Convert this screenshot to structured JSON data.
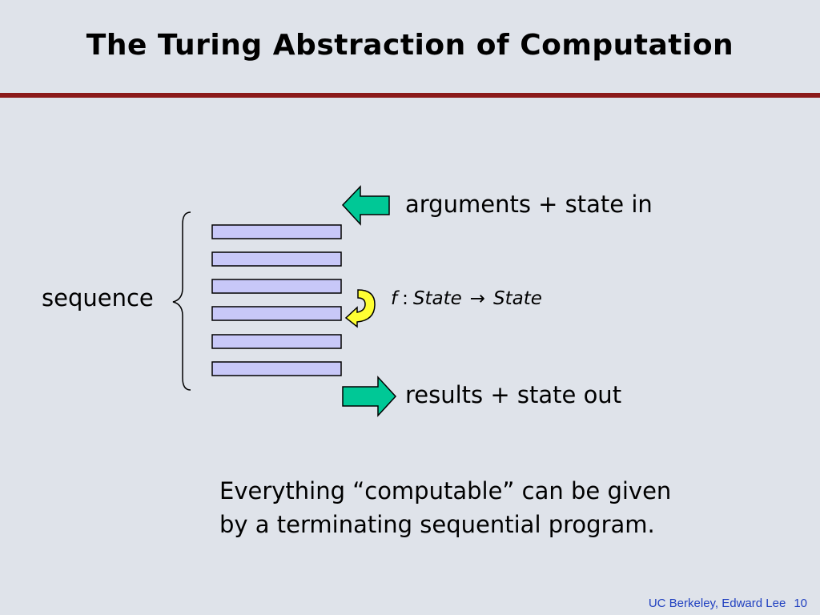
{
  "slide": {
    "title": "The Turing Abstraction of Computation",
    "sequence_label": "sequence",
    "input_label": "arguments + state in",
    "output_label": "results + state out",
    "function": {
      "name": "f",
      "colon": ":",
      "domain": "State",
      "arrow": "→",
      "codomain": "State"
    },
    "statement": {
      "line1": "Everything “computable” can be given",
      "line2": "by a terminating sequential program."
    },
    "footer": {
      "credit": "UC Berkeley, Edward Lee",
      "page": "10"
    }
  },
  "colors": {
    "background": "#dfe3ea",
    "title_rule": "#8b1a1a",
    "instruction_fill": "#c8c8f8",
    "arrow_green": "#00c896",
    "loop_yellow": "#ffff33",
    "footer_text": "#2040c0"
  },
  "icons": [
    "left-arrow-icon",
    "right-arrow-icon",
    "loop-arrow-icon",
    "curly-brace-icon"
  ]
}
